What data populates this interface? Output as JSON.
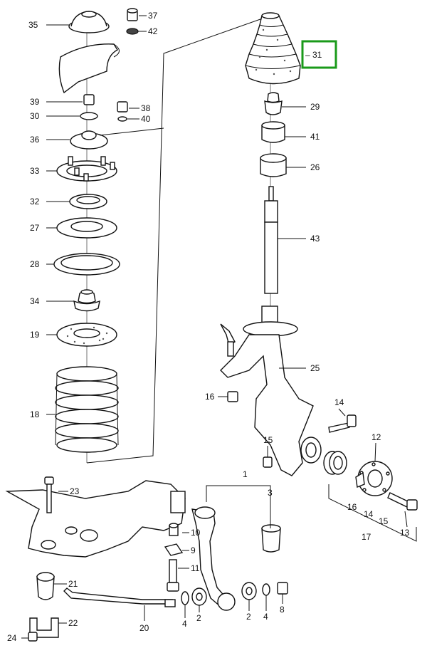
{
  "diagram": {
    "labels": {
      "p35": "35",
      "p37": "37",
      "p42": "42",
      "p39": "39",
      "p38": "38",
      "p30": "30",
      "p40": "40",
      "p36": "36",
      "p33": "33",
      "p32": "32",
      "p27": "27",
      "p28": "28",
      "p34": "34",
      "p19": "19",
      "p18": "18",
      "p31": "– 31",
      "p29": "29",
      "p41": "41",
      "p26": "26",
      "p43": "43",
      "p25": "25",
      "p16a": "16",
      "p14a": "14",
      "p12": "12",
      "p15a": "15",
      "p1": "1",
      "p3": "3",
      "p23": "23",
      "p10": "10",
      "p9": "9",
      "p11": "11",
      "p16b": "16",
      "p14b": "14",
      "p15b": "15",
      "p17": "17",
      "p13": "13",
      "p21": "21",
      "p22": "22",
      "p24": "24",
      "p20": "20",
      "p4a": "4",
      "p2a": "2",
      "p2b": "2",
      "p4b": "4",
      "p8": "8"
    },
    "highlight_color": "#1a9a1a"
  }
}
